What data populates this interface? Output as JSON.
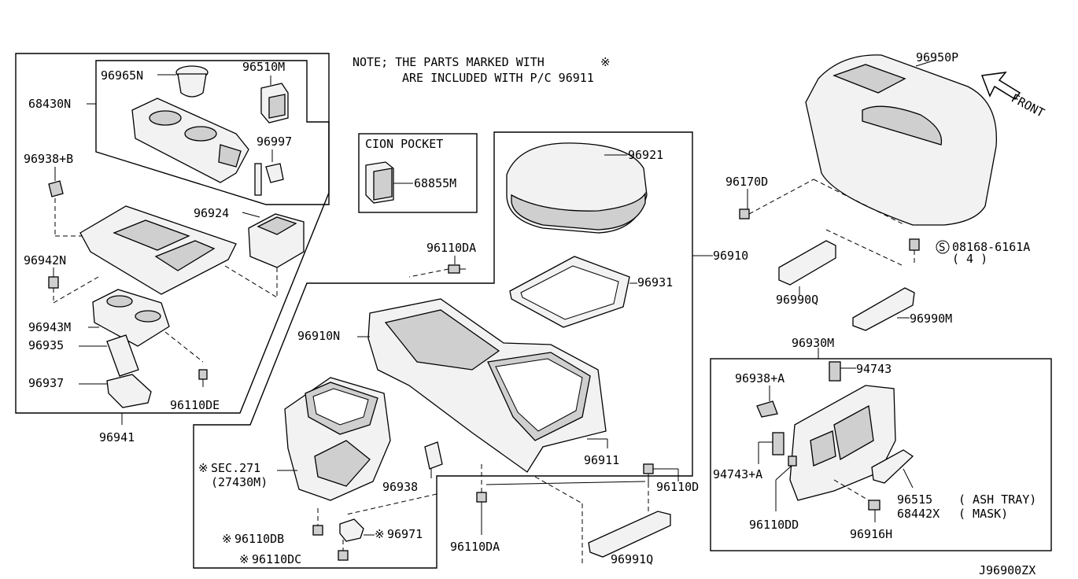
{
  "note": {
    "line1": "NOTE; THE PARTS MARKED WITH",
    "mark": "※",
    "line2": "ARE INCLUDED WITH P/C  96911"
  },
  "cion_pocket": {
    "title": "CION POCKET",
    "part": "68855M"
  },
  "front_label": "FRONT",
  "diagram_code": "J96900ZX",
  "mark_symbol": "※",
  "labels": {
    "p96965N": "96965N",
    "p96510M": "96510M",
    "p68430N": "68430N",
    "p96997": "96997",
    "p96938B": "96938+B",
    "p96924": "96924",
    "p96942N": "96942N",
    "p96943M": "96943M",
    "p96935": "96935",
    "p96937": "96937",
    "p96110DE": "96110DE",
    "p96941": "96941",
    "p96921": "96921",
    "p96110DA_top": "96110DA",
    "p96910": "96910",
    "p96931": "96931",
    "p96910N": "96910N",
    "p96911": "96911",
    "p96950P": "96950P",
    "p96170D": "96170D",
    "p08168": "08168-6161A",
    "p08168_qty": "( 4 )",
    "p08168_circle": "S",
    "p96990Q": "96990Q",
    "p96990M": "96990M",
    "p96930M": "96930M",
    "p96938A": "96938+A",
    "p94743": "94743",
    "p94743A": "94743+A",
    "p96110DD": "96110DD",
    "p96515": "96515",
    "p96515_desc": "( ASH TRAY)",
    "p68442X": "68442X",
    "p68442X_desc": "( MASK)",
    "p96916H": "96916H",
    "sec271": "SEC.271",
    "sec271_part": "(27430M)",
    "p96938": "96938",
    "p96110DB": "96110DB",
    "p96971": "96971",
    "p96110DC": "96110DC",
    "p96110DA_bot": "96110DA",
    "p96110D": "96110D",
    "p96991Q": "96991Q"
  }
}
